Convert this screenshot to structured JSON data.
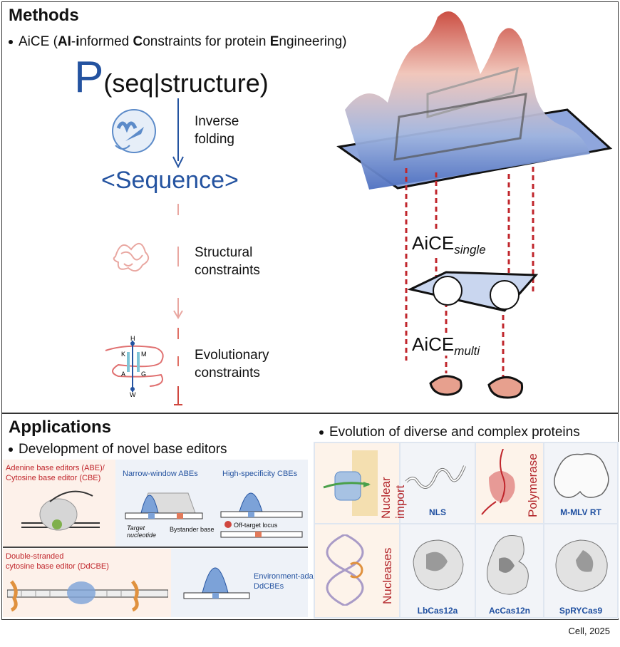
{
  "methods": {
    "title": "Methods",
    "subtitle_prefix": "AiCE (",
    "subtitle_ai": "AI",
    "subtitle_dash": "-",
    "subtitle_i": "i",
    "subtitle_nformed": "nformed ",
    "subtitle_c": "C",
    "subtitle_onstraints": "onstraints for protein ",
    "subtitle_e": "E",
    "subtitle_ngineering": "ngineering)",
    "formula_p": "P",
    "formula_rest": "(seq|structure)",
    "inverse_folding": [
      "Inverse",
      "folding"
    ],
    "sequence": "<Sequence>",
    "structural": [
      "Structural",
      "constraints"
    ],
    "evolutionary": [
      "Evolutionary",
      "constraints"
    ],
    "residues": [
      "H",
      "K",
      "M",
      "A",
      "G",
      "W"
    ],
    "aice_single_base": "AiCE",
    "aice_single_sub": "single",
    "aice_multi_base": "AiCE",
    "aice_multi_sub": "multi"
  },
  "applications": {
    "title": "Applications",
    "left_bullet": "Development of novel base editors",
    "right_bullet": "Evolution of diverse and complex proteins",
    "abe_cbe": [
      "Adenine base editors (ABE)/",
      "Cytosine base editor (CBE)"
    ],
    "narrow_window": "Narrow-window ABEs",
    "high_specificity": "High-specificity CBEs",
    "target_nucleotide": [
      "Target",
      "nucleotide"
    ],
    "bystander_base": "Bystander base",
    "off_target": "Off-target locus",
    "ddcbe": [
      "Double-stranded",
      "cytosine base editor (DdCBE)"
    ],
    "env_adaptive": [
      "Environment-adaptive",
      "DdCBEs"
    ],
    "nuclear_import": "Nuclear import",
    "nls": "NLS",
    "polymerase": "Polymerase",
    "mmlv": "M-MLV RT",
    "nucleases": "Nucleases",
    "lbcas": "LbCas12a",
    "accas": "AcCas12n",
    "spry": "SpRYCas9"
  },
  "citation": "Cell, 2025",
  "colors": {
    "blue": "#2453a0",
    "red": "#c0262c",
    "frame": "#333333"
  }
}
